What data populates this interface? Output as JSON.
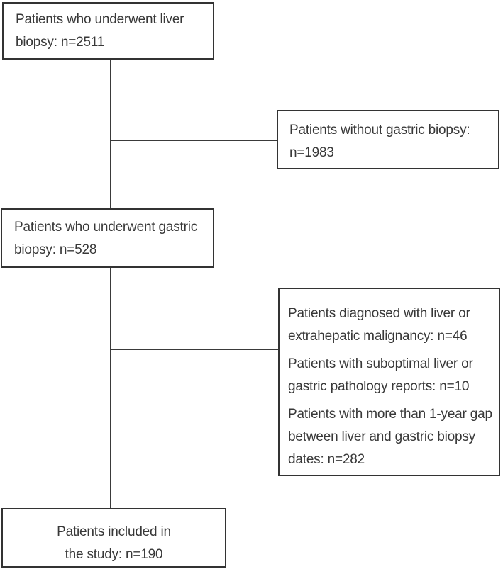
{
  "colors": {
    "background": "#ffffff",
    "box_border": "#333333",
    "connector_line": "#3a3a3a",
    "text": "#383838"
  },
  "flowchart": {
    "nodes": {
      "liver_biopsy": {
        "lines": [
          "Patients who underwent liver",
          "biopsy: n=2511"
        ],
        "n": 2511
      },
      "no_gastric_biopsy": {
        "lines": [
          "Patients without gastric biopsy:",
          "n=1983"
        ],
        "n": 1983
      },
      "gastric_biopsy": {
        "lines": [
          "Patients who underwent gastric",
          "biopsy: n=528"
        ],
        "n": 528
      },
      "exclusions": {
        "paragraphs": [
          {
            "lines": [
              "Patients diagnosed with liver or",
              "extrahepatic malignancy: n=46"
            ],
            "n": 46
          },
          {
            "lines": [
              "Patients with suboptimal liver or",
              "gastric pathology reports: n=10"
            ],
            "n": 10
          },
          {
            "lines": [
              "Patients with more than 1-year gap",
              "between liver and gastric biopsy",
              "dates: n=282"
            ],
            "n": 282
          }
        ]
      },
      "included": {
        "lines": [
          "Patients included in",
          "the study: n=190"
        ],
        "n": 190
      }
    }
  }
}
